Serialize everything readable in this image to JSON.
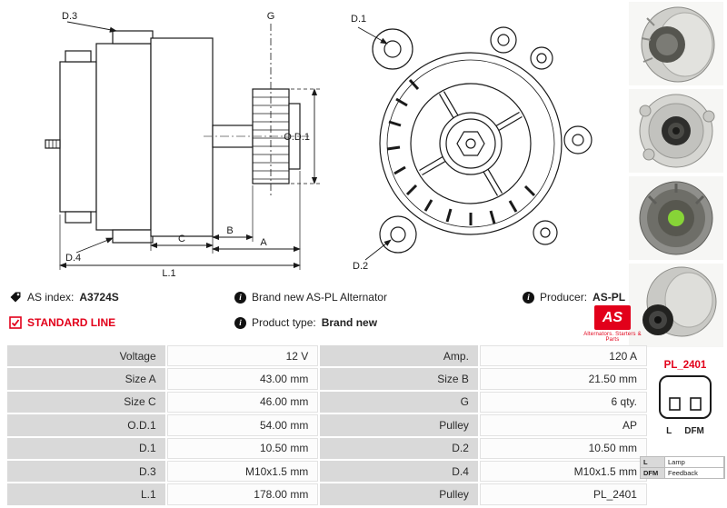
{
  "colors": {
    "accent_red": "#e2001a",
    "table_label_bg": "#d9d9d9"
  },
  "info": {
    "as_index_label": "AS index:",
    "as_index_value": "A3724S",
    "standard_line": "STANDARD LINE",
    "brand_new": "Brand new AS-PL Alternator",
    "product_type_label": "Product type:",
    "product_type_value": "Brand new",
    "producer_label": "Producer:",
    "producer_value": "AS-PL",
    "logo_text": "AS",
    "logo_tagline": "Alternators. Starters & Parts"
  },
  "diagram_side": {
    "d3": "D.3",
    "d4": "D.4",
    "g": "G",
    "od1": "O.D.1",
    "c": "C",
    "b": "B",
    "a": "A",
    "l1": "L.1"
  },
  "diagram_front": {
    "d1": "D.1",
    "d2": "D.2"
  },
  "connector": {
    "code": "PL_2401",
    "pin_l": "L",
    "pin_dfm": "DFM",
    "legend": [
      {
        "key": "L",
        "value": "Lamp"
      },
      {
        "key": "DFM",
        "value": "Feedback"
      }
    ]
  },
  "spec_table": {
    "rows": [
      {
        "label1": "Voltage",
        "value1": "12 V",
        "label2": "Amp.",
        "value2": "120 A"
      },
      {
        "label1": "Size A",
        "value1": "43.00 mm",
        "label2": "Size B",
        "value2": "21.50 mm"
      },
      {
        "label1": "Size C",
        "value1": "46.00 mm",
        "label2": "G",
        "value2": "6 qty."
      },
      {
        "label1": "O.D.1",
        "value1": "54.00 mm",
        "label2": "Pulley",
        "value2": "AP"
      },
      {
        "label1": "D.1",
        "value1": "10.50 mm",
        "label2": "D.2",
        "value2": "10.50 mm"
      },
      {
        "label1": "D.3",
        "value1": "M10x1.5 mm",
        "label2": "D.4",
        "value2": "M10x1.5 mm"
      },
      {
        "label1": "L.1",
        "value1": "178.00 mm",
        "label2": "Pulley",
        "value2": "PL_2401"
      }
    ]
  }
}
